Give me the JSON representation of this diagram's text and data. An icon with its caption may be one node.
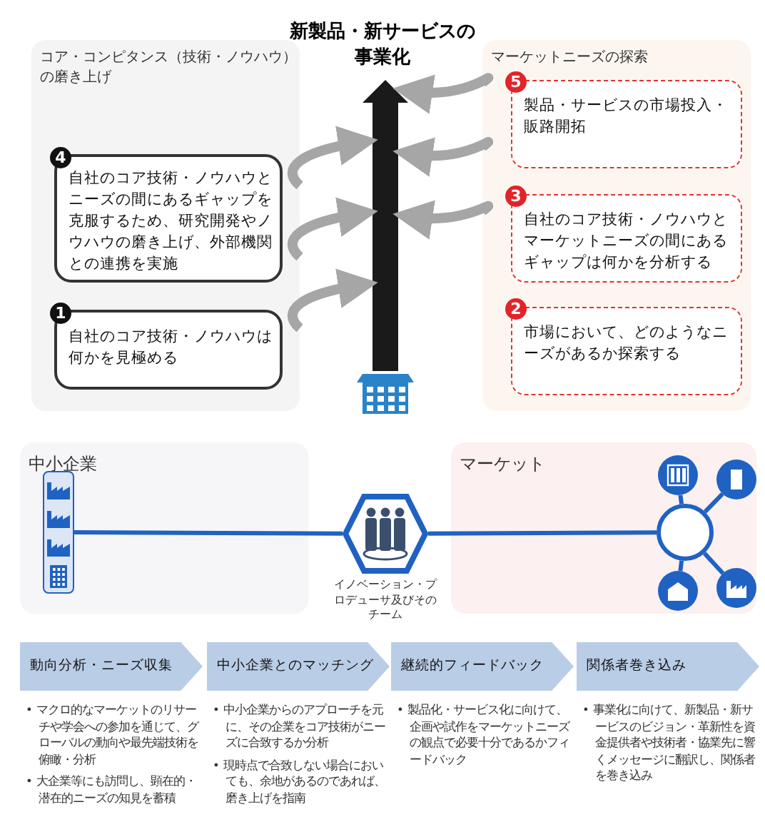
{
  "diagram": {
    "title": "新製品・新サービスの事業化",
    "nodes": [
      {
        "text": [
          "コア・コンピタンス（技術・ノウハウ）の磨き上げ"
        ]
      },
      {
        "text": [
          "4",
          "自社のコア技術・ノウハウとニーズの間にあるギャップを克服するため、研究開発やノウハウの磨き上げ、外部機関との連携を実施"
        ],
        "in": 0
      },
      {
        "text": [
          "1",
          "自社のコア技術・ノウハウは何かを見極める"
        ],
        "in": 0
      },
      {
        "text": [
          "マーケットニーズの探索"
        ]
      },
      {
        "text": [
          "5",
          "製品・サービスの市場投入・販路開拓"
        ],
        "in": 3
      },
      {
        "text": [
          "3",
          "自社のコア技術・ノウハウとマーケットニーズの間にあるギャップは何かを分析する"
        ],
        "in": 3
      },
      {
        "text": [
          "2",
          "市場において、どのようなニーズがあるか探索する"
        ],
        "in": 3
      },
      {
        "text": [],
        "shape": "arrow"
      },
      {
        "text": [
          "中小企業"
        ]
      },
      {
        "text": [],
        "shape": "picture",
        "in": 8
      },
      {
        "text": [
          "マーケット"
        ]
      },
      {
        "text": [],
        "shape": "hexagon",
        "beside": [
          "イノベーション・プロデューサ及びそのチーム"
        ]
      },
      {
        "text": [],
        "shape": "circle",
        "in": 10
      },
      {
        "text": [],
        "shape": "circle",
        "in": 10
      },
      {
        "text": [],
        "shape": "circle",
        "in": 10
      },
      {
        "text": [],
        "shape": "circle",
        "in": 10
      },
      {
        "text": [],
        "shape": "circle",
        "in": 10
      },
      {
        "text": [
          "動向分析・ニーズ収集"
        ],
        "beside": [
          "• マクロ的なマーケットのリサーチや学会への参加を通じて、グローバルの動向や最先端技術を俯瞰・分析",
          "• 大企業等にも訪問し、顕在的・潜在的ニーズの知見を蓄積"
        ]
      },
      {
        "text": [
          "中小企業とのマッチング"
        ],
        "beside": [
          "• 中小企業からのアプローチを元に、その企業をコア技術がニーズに合致するか分析",
          "• 現時点で合致しない場合においても、余地があるのであれば、磨き上げを指南"
        ]
      },
      {
        "text": [
          "継続的フィードバック"
        ],
        "beside": [
          "• 製品化・サービス化に向けて、企画や試作をマーケットニーズの観点で必要十分であるかフィードバック"
        ]
      },
      {
        "text": [
          "関係者巻き込み"
        ],
        "beside": [
          "• 事業化に向けて、新製品・新サービスのビジョン・革新性を資金提供者や技術者・協業先に響くメッセージに翻訳し、関係者を巻き込み"
        ]
      }
    ],
    "edges": [
      {
        "from": 9,
        "to": 11,
        "arrow": "none"
      },
      {
        "from": 11,
        "to": 12,
        "arrow": "none"
      },
      {
        "from": 12,
        "to": 13,
        "arrow": "none"
      },
      {
        "from": 12,
        "to": 14,
        "arrow": "none"
      },
      {
        "from": 12,
        "to": 15,
        "arrow": "none"
      },
      {
        "from": 12,
        "to": 16,
        "arrow": "none"
      },
      {
        "from": 3,
        "to": 7,
        "arrow": "to",
        "style": "thick",
        "color": "#a6a6a6"
      },
      {
        "from": 3,
        "to": 7,
        "arrow": "to",
        "style": "thick",
        "color": "#a6a6a6"
      },
      {
        "from": 0,
        "to": 7,
        "arrow": "to",
        "style": "thick",
        "color": "#a6a6a6"
      },
      {
        "from": 3,
        "to": 7,
        "arrow": "to",
        "style": "thick",
        "color": "#a6a6a6"
      },
      {
        "from": 0,
        "to": 7,
        "arrow": "to",
        "style": "thick",
        "color": "#a6a6a6"
      },
      {
        "from": 0,
        "to": 7,
        "arrow": "to",
        "style": "thick",
        "color": "#a6a6a6"
      }
    ]
  }
}
